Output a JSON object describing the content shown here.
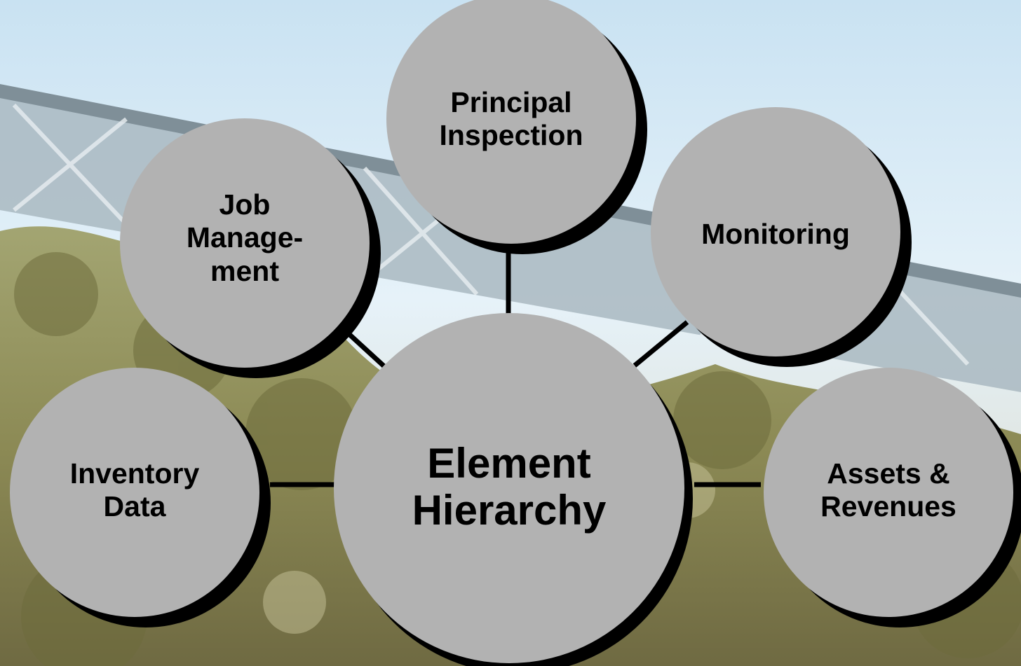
{
  "diagram": {
    "center": {
      "label": "Element\nHierarchy"
    },
    "nodes": [
      {
        "id": "principal-inspection",
        "label": "Principal\nInspection"
      },
      {
        "id": "job-management",
        "label": "Job\nManage-\nment"
      },
      {
        "id": "monitoring",
        "label": "Monitoring"
      },
      {
        "id": "inventory-data",
        "label": "Inventory\nData"
      },
      {
        "id": "assets-revenues",
        "label": "Assets &\nRevenues"
      }
    ]
  },
  "colors": {
    "node_fill": "#b2b2b2",
    "shadow": "#000000",
    "connector": "#000000",
    "sky": "#d9ecf7",
    "bridge": "#9fb0b8",
    "foliage": "#8a8a52"
  },
  "background": {
    "image": "photo of a steel truss bridge over trees"
  }
}
